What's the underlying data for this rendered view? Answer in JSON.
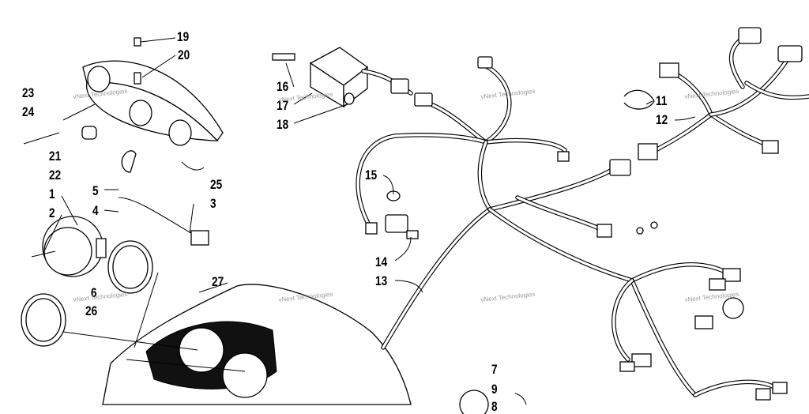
{
  "diagram": {
    "callouts": [
      {
        "id": "19",
        "text": "19"
      },
      {
        "id": "20",
        "text": "20"
      },
      {
        "id": "23",
        "text": "23"
      },
      {
        "id": "24",
        "text": "24"
      },
      {
        "id": "21",
        "text": "21"
      },
      {
        "id": "22",
        "text": "22"
      },
      {
        "id": "25",
        "text": "25"
      },
      {
        "id": "1",
        "text": "1"
      },
      {
        "id": "2",
        "text": "2"
      },
      {
        "id": "5",
        "text": "5"
      },
      {
        "id": "4",
        "text": "4"
      },
      {
        "id": "3",
        "text": "3"
      },
      {
        "id": "6",
        "text": "6"
      },
      {
        "id": "26",
        "text": "26"
      },
      {
        "id": "27",
        "text": "27"
      },
      {
        "id": "16",
        "text": "16"
      },
      {
        "id": "17",
        "text": "17"
      },
      {
        "id": "18",
        "text": "18"
      },
      {
        "id": "15",
        "text": "15"
      },
      {
        "id": "14",
        "text": "14"
      },
      {
        "id": "13",
        "text": "13"
      },
      {
        "id": "11",
        "text": "11"
      },
      {
        "id": "12",
        "text": "12"
      },
      {
        "id": "7",
        "text": "7"
      },
      {
        "id": "9",
        "text": "9"
      },
      {
        "id": "8",
        "text": "8"
      }
    ],
    "watermark": "vNext Technologies"
  }
}
